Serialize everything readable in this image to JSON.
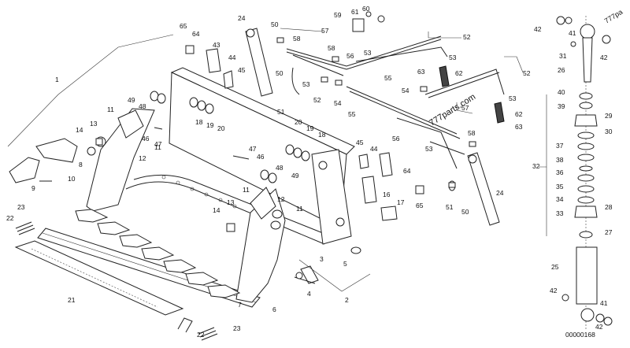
{
  "drawing": {
    "id": "00000168",
    "watermark": "777parts.com",
    "watermark_corner": "777pa"
  },
  "callouts": [
    {
      "label": "1"
    },
    {
      "label": "2"
    },
    {
      "label": "3"
    },
    {
      "label": "4"
    },
    {
      "label": "5"
    },
    {
      "label": "6"
    },
    {
      "label": "7"
    },
    {
      "label": "8"
    },
    {
      "label": "9"
    },
    {
      "label": "10"
    },
    {
      "label": "11"
    },
    {
      "label": "12"
    },
    {
      "label": "13"
    },
    {
      "label": "14"
    },
    {
      "label": "16"
    },
    {
      "label": "17"
    },
    {
      "label": "18"
    },
    {
      "label": "19"
    },
    {
      "label": "20"
    },
    {
      "label": "21"
    },
    {
      "label": "22"
    },
    {
      "label": "23"
    },
    {
      "label": "24"
    },
    {
      "label": "25"
    },
    {
      "label": "26"
    },
    {
      "label": "27"
    },
    {
      "label": "28"
    },
    {
      "label": "29"
    },
    {
      "label": "30"
    },
    {
      "label": "31"
    },
    {
      "label": "32"
    },
    {
      "label": "33"
    },
    {
      "label": "34"
    },
    {
      "label": "35"
    },
    {
      "label": "36"
    },
    {
      "label": "37"
    },
    {
      "label": "38"
    },
    {
      "label": "39"
    },
    {
      "label": "40"
    },
    {
      "label": "41"
    },
    {
      "label": "42"
    },
    {
      "label": "43"
    },
    {
      "label": "44"
    },
    {
      "label": "45"
    },
    {
      "label": "46"
    },
    {
      "label": "47"
    },
    {
      "label": "48"
    },
    {
      "label": "49"
    },
    {
      "label": "50"
    },
    {
      "label": "51"
    },
    {
      "label": "52"
    },
    {
      "label": "53"
    },
    {
      "label": "54"
    },
    {
      "label": "55"
    },
    {
      "label": "56"
    },
    {
      "label": "57"
    },
    {
      "label": "58"
    },
    {
      "label": "59"
    },
    {
      "label": "60"
    },
    {
      "label": "61"
    },
    {
      "label": "62"
    },
    {
      "label": "63"
    },
    {
      "label": "64"
    },
    {
      "label": "65"
    }
  ]
}
